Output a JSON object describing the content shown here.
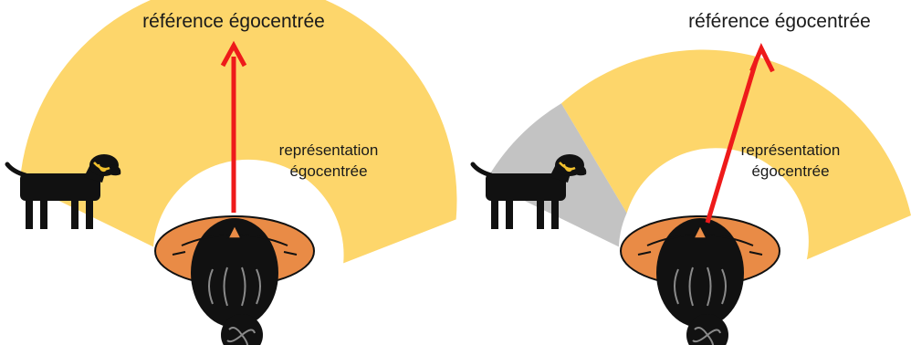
{
  "panels": [
    {
      "id": "left",
      "title": "référence égocentrée",
      "label_line1": "représentation",
      "label_line2": "égocentrée"
    },
    {
      "id": "right",
      "title": "référence égocentrée",
      "label_line1": "représentation",
      "label_line2": "égocentrée"
    }
  ],
  "colors": {
    "field": "#fdd66b",
    "outside_field": "#c3c3c3",
    "arrow": "#ee1a1a",
    "hat": "#e98b46",
    "hair": "#111111",
    "hair_strands": "#8a8a8a",
    "dog": "#111111",
    "collar": "#f2c12e"
  },
  "icons": {
    "observer": "person-top-view-icon",
    "dog": "dog-icon",
    "arrow": "arrow-up-icon"
  }
}
